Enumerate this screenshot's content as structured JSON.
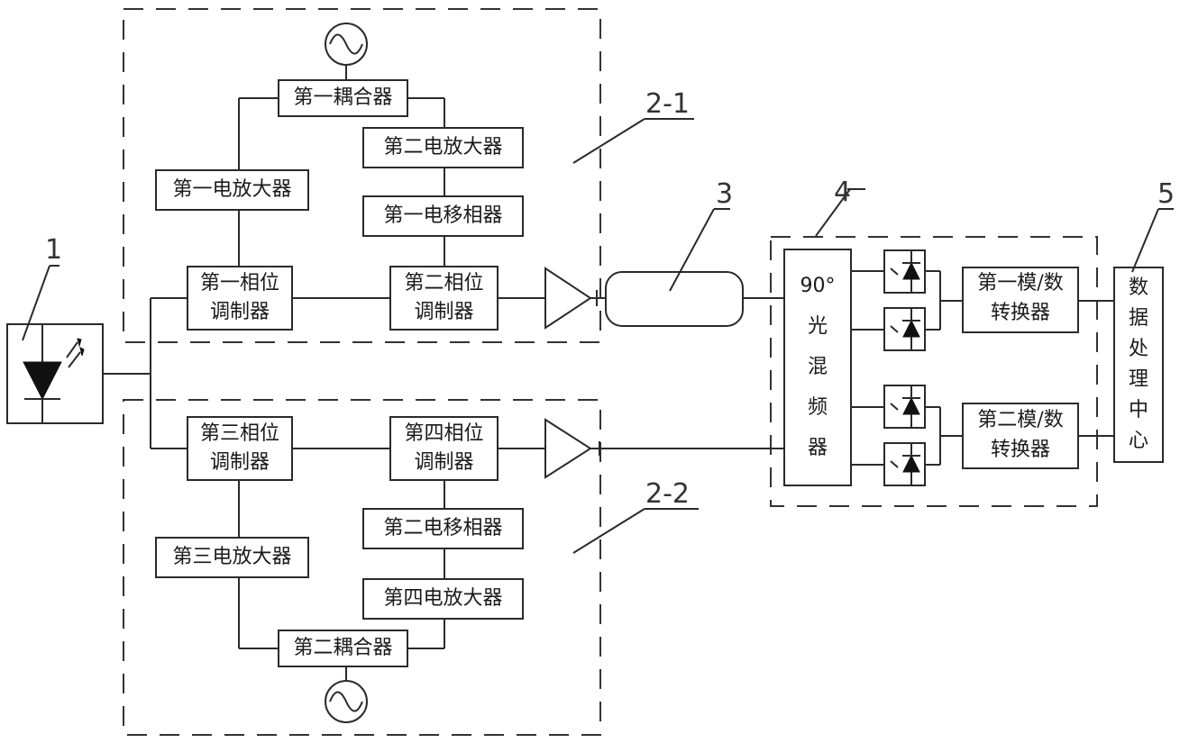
{
  "diagram": {
    "title": "",
    "reference_tags": {
      "laser": "1",
      "upper_module": "2-1",
      "lower_module": "2-2",
      "fiber": "3",
      "receiver": "4",
      "processor": "5"
    },
    "upper_module": {
      "coupler": "第一耦合器",
      "amp_left": "第一电放大器",
      "amp_right": "第二电放大器",
      "phase_shifter": "第一电移相器",
      "modulator_a": [
        "第一相位",
        "调制器"
      ],
      "modulator_b": [
        "第二相位",
        "调制器"
      ],
      "source_icon": "sine-oscillator-icon"
    },
    "lower_module": {
      "coupler": "第二耦合器",
      "amp_left": "第三电放大器",
      "amp_right": "第四电放大器",
      "phase_shifter": "第二电移相器",
      "modulator_a": [
        "第三相位",
        "调制器"
      ],
      "modulator_b": [
        "第四相位",
        "调制器"
      ],
      "source_icon": "sine-oscillator-icon"
    },
    "receiver": {
      "hybrid": [
        "90°",
        "光",
        "混",
        "频",
        "器"
      ],
      "adc_1": [
        "第一模/数",
        "转换器"
      ],
      "adc_2": [
        "第二模/数",
        "转换器"
      ],
      "photodiode_icon": "photodiode-icon"
    },
    "processor": {
      "label": [
        "数",
        "据",
        "处",
        "理",
        "中",
        "心"
      ]
    },
    "laser_icon": "laser-diode-icon",
    "amplifier_icon": "optical-amplifier-icon"
  }
}
